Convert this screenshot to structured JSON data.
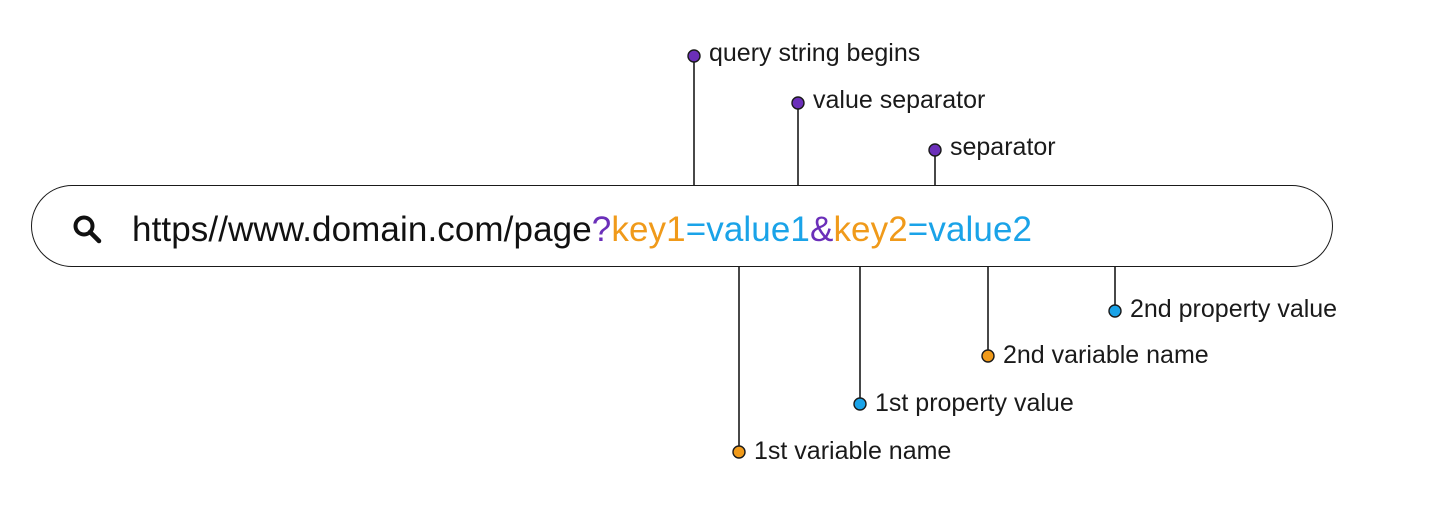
{
  "url": {
    "base": "https//www.domain.com/page",
    "query_start": "?",
    "key1": "key1",
    "eq1": "=",
    "value1": "value1",
    "amp": "&",
    "key2": "key2",
    "eq2": "=",
    "value2": "value2"
  },
  "labels": {
    "query_string_begins": "query string begins",
    "value_separator": "value separator",
    "separator": "separator",
    "second_property_value": "2nd property value",
    "second_variable_name": "2nd variable name",
    "first_property_value": "1st property value",
    "first_variable_name": "1st variable name"
  },
  "colors": {
    "purple": "#6b2fb9",
    "orange": "#f09a1a",
    "blue": "#1aa3e8",
    "text": "#111111"
  },
  "icons": {
    "search": "search-icon"
  }
}
